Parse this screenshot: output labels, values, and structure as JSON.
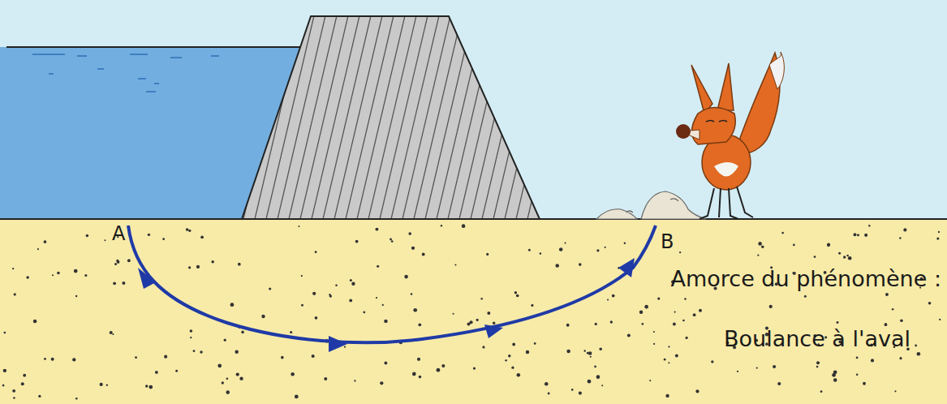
{
  "diagram": {
    "labels": [
      "A",
      "B",
      "Amorce du phénomène :",
      "Boulance à l'aval"
    ]
  }
}
